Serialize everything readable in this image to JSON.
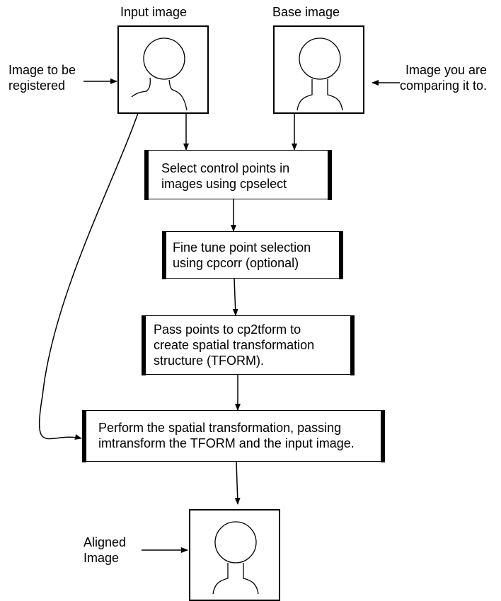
{
  "labels": {
    "input_image": "Input image",
    "base_image": "Base image",
    "image_to_be_registered": [
      "Image to be",
      "registered"
    ],
    "image_you_are_comparing": [
      "Image you are",
      "comparing it to."
    ],
    "aligned_image": [
      "Aligned",
      "Image"
    ]
  },
  "steps": [
    {
      "lines": [
        "Select control points in",
        "images using cpselect"
      ]
    },
    {
      "lines": [
        "Fine tune point selection",
        "using cpcorr (optional)"
      ]
    },
    {
      "lines": [
        "Pass points to cp2tform to",
        "create spatial transformation",
        "structure (TFORM)."
      ]
    },
    {
      "lines": [
        "Perform the spatial transformation, passing",
        "imtransform the TFORM and the input image."
      ]
    }
  ],
  "icons": {
    "input_frame": "head-shoulders-portrait-icon",
    "base_frame": "head-shoulders-portrait-icon",
    "aligned_frame": "head-shoulders-portrait-icon"
  }
}
